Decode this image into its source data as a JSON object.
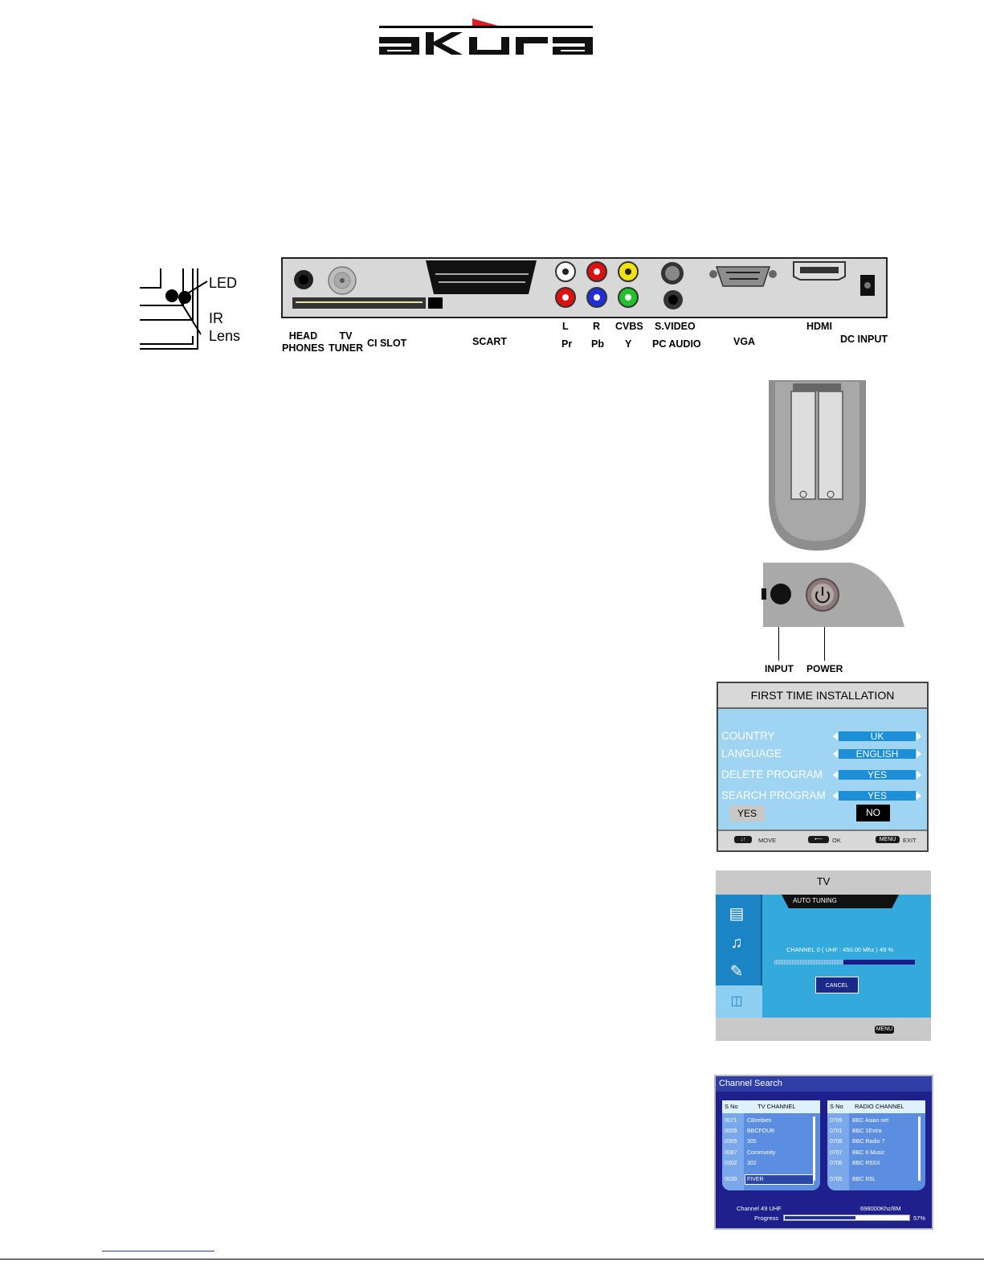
{
  "logo": {
    "text": "akura",
    "accent_color": "#d61f26"
  },
  "led_diagram": {
    "led": "LED",
    "ir": "IR",
    "lens": "Lens"
  },
  "rear_panel": {
    "labels": {
      "headphones": [
        "HEAD",
        "PHONES"
      ],
      "tv_tuner": [
        "TV",
        "TUNER"
      ],
      "ci_slot": "CI SLOT",
      "scart": "SCART",
      "l": "L",
      "pr": "Pr",
      "r": "R",
      "pb": "Pb",
      "cvbs": "CVBS",
      "y": "Y",
      "svideo": "S.VIDEO",
      "pc_audio": "PC AUDIO",
      "vga": "VGA",
      "hdmi": "HDMI",
      "dc_input": "DC INPUT"
    },
    "jack_colors": {
      "white": "#ffffff",
      "red": "#e01010",
      "yellow": "#f2e20f",
      "blue": "#1f2fd8",
      "green": "#22c22a"
    }
  },
  "front_buttons": {
    "input": "INPUT",
    "power": "POWER"
  },
  "first_time_installation": {
    "title": "FIRST TIME INSTALLATION",
    "rows": [
      {
        "label": "COUNTRY",
        "value": "UK"
      },
      {
        "label": "LANGUAGE",
        "value": "ENGLISH"
      },
      {
        "label": "DELETE PROGRAM",
        "value": "YES"
      },
      {
        "label": "SEARCH PROGRAM",
        "value": "YES"
      }
    ],
    "yes_button": "YES",
    "no_button": "NO",
    "footer": {
      "move_key": "↓↑",
      "move": "MOVE",
      "ok": "OK",
      "menu_key": "MENU",
      "exit": "EXIT"
    }
  },
  "tv_screen": {
    "title": "TV",
    "auto_tuning": "AUTO TUNING",
    "channel_status": "CHANNEL 0 ( UHF : 450.00 Mhz ) 49 %",
    "progress": 0.49,
    "cancel": "CANCEL",
    "menu": "MENU"
  },
  "channel_search": {
    "title": "Channel Search",
    "tv_header": {
      "sno": "S No",
      "name": "TV CHANNEL"
    },
    "radio_header": {
      "sno": "S No",
      "name": "RADIO CHANNEL"
    },
    "tv_channels": [
      {
        "no": "0071",
        "name": "CBeebies"
      },
      {
        "no": "0009",
        "name": "BBCFOUR"
      },
      {
        "no": "0305",
        "name": "305"
      },
      {
        "no": "0087",
        "name": "Community"
      },
      {
        "no": "0302",
        "name": "302"
      },
      {
        "no": "0030",
        "name": "FIVER"
      }
    ],
    "radio_channels": [
      {
        "no": "0709",
        "name": "BBC Asian net"
      },
      {
        "no": "0701",
        "name": "BBC 1Extra"
      },
      {
        "no": "0708",
        "name": "BBC Radio 7"
      },
      {
        "no": "0707",
        "name": "BBC 6 Music"
      },
      {
        "no": "0706",
        "name": "BBC R5SX"
      },
      {
        "no": "0705",
        "name": "BBC R5L"
      }
    ],
    "channel": "Channel 49  UHF",
    "frequency": "698000Khz/8M",
    "progress_label": "Progress",
    "progress_pct": "57%",
    "progress": 0.57
  }
}
